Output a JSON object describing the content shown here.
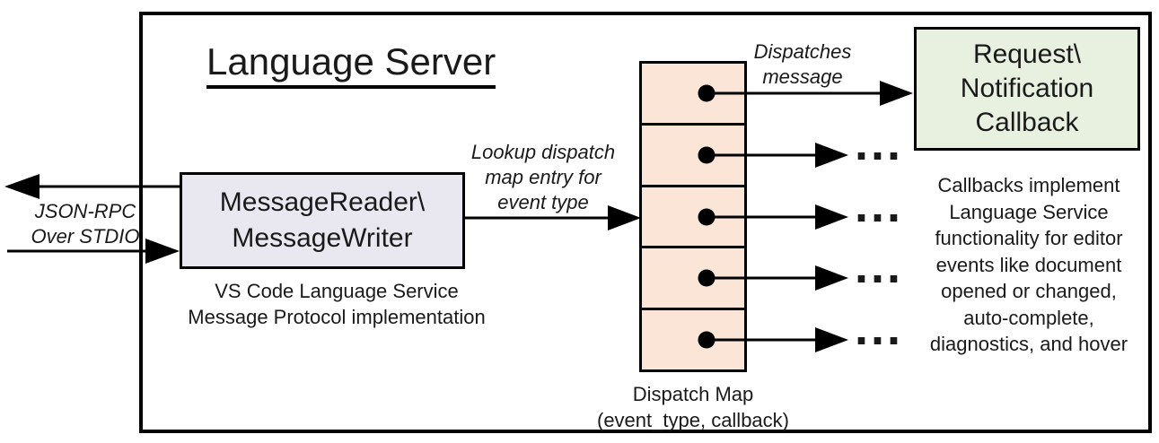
{
  "diagram": {
    "title": "Language Server"
  },
  "io": {
    "label": [
      "JSON-RPC",
      "Over STDIO"
    ]
  },
  "message_box": {
    "label": [
      "MessageReader\\",
      "MessageWriter"
    ],
    "caption": [
      "VS Code Language Service",
      "Message Protocol implementation"
    ]
  },
  "lookup_label": [
    "Lookup dispatch",
    "map entry for",
    "event type"
  ],
  "dispatch_map": {
    "caption": [
      "Dispatch Map",
      "(event_type, callback)"
    ],
    "ellipsis": "..."
  },
  "dispatches_label": [
    "Dispatches",
    "message"
  ],
  "callback_box": {
    "label": [
      "Request\\",
      "Notification",
      "Callback"
    ]
  },
  "callbacks_note": [
    "Callbacks implement",
    "Language Service",
    "functionality for editor",
    "events like document",
    "opened or changed,",
    "auto-complete,",
    "diagnostics, and hover"
  ],
  "colors": {
    "message_box_fill": "#E9E8F0",
    "dispatch_fill": "#FBE5D6",
    "callback_fill": "#E8F0DF",
    "line": "#000000"
  }
}
